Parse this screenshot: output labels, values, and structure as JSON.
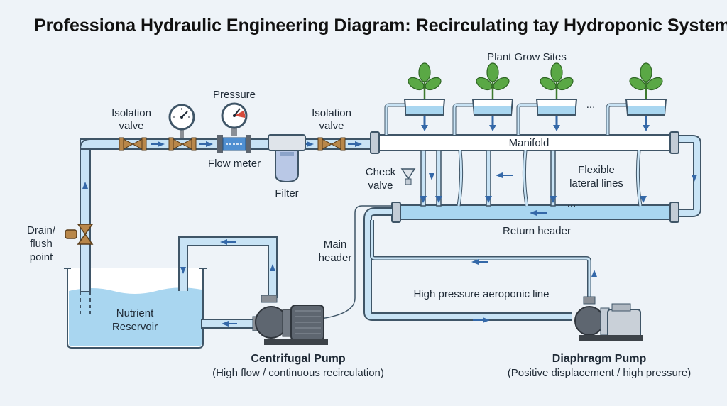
{
  "title": "Professiona Hydraulic Engineering Diagram: Recirculating tay Hydroponic  System",
  "labels": {
    "plant_grow_sites": "Plant Grow Sites",
    "manifold": "Manifold",
    "ellipsis_top": "...",
    "ellipsis_mid": "...",
    "isolation_valve_1a": "Isolation",
    "isolation_valve_1b": "valve",
    "isolation_valve_2a": "Isolation",
    "isolation_valve_2b": "valve",
    "pressure": "Pressure",
    "flow_meter": "Flow meter",
    "filter": "Filter",
    "check_valve_a": "Check",
    "check_valve_b": "valve",
    "flexible_lines_a": "Flexible",
    "flexible_lines_b": "lateral lines",
    "return_header": "Return header",
    "main_header_a": "Main",
    "main_header_b": "header",
    "drain_a": "Drain/",
    "drain_b": "flush",
    "drain_c": "point",
    "nutrient_a": "Nutrient",
    "nutrient_b": "Reservoir",
    "high_pressure_line": "High pressure aeroponic line",
    "centrifugal_title": "Centrifugal Pump",
    "centrifugal_sub": "(High flow / continuous recirculation)",
    "diaphragm_title": "Diaphragm Pump",
    "diaphragm_sub": "(Positive displacement / high pressure)"
  },
  "colors": {
    "water": "#a9d6f0",
    "pipe": "#c8e3f5",
    "outline": "#3f5567",
    "arrow": "#3468a8",
    "valve": "#b8874a",
    "leaf": "#5aa845",
    "gauge_red": "#d64b3c",
    "motor": "#5e6670"
  },
  "icons": [
    "plant-icon",
    "pressure-gauge-icon",
    "flow-meter-icon",
    "filter-icon",
    "valve-icon",
    "check-valve-icon",
    "centrifugal-pump-icon",
    "diaphragm-pump-icon",
    "reservoir-icon"
  ]
}
